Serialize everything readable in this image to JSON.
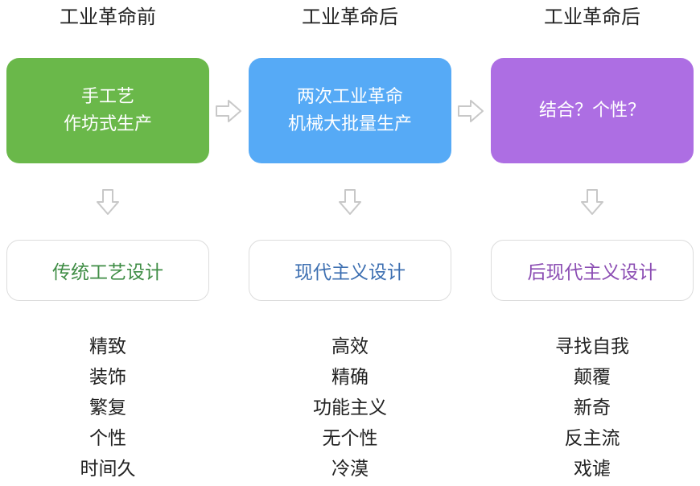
{
  "colors": {
    "stage1_box": "#6ab84a",
    "stage2_box": "#56aaf6",
    "stage3_box": "#ad6ee3",
    "stage1_text": "#3f8d45",
    "stage2_text": "#3d6fb1",
    "stage3_text": "#8b4db3",
    "arrow_stroke": "#c8c8c8"
  },
  "stages": [
    {
      "header": "工业革命前",
      "box_lines": [
        "手工艺",
        "作坊式生产"
      ],
      "style": "传统工艺设计",
      "traits": [
        "精致",
        "装饰",
        "繁复",
        "个性",
        "时间久"
      ]
    },
    {
      "header": "工业革命后",
      "box_lines": [
        "两次工业革命",
        "机械大批量生产"
      ],
      "style": "现代主义设计",
      "traits": [
        "高效",
        "精确",
        "功能主义",
        "无个性",
        "冷漠"
      ]
    },
    {
      "header": "工业革命后",
      "box_lines": [
        "结合？个性？"
      ],
      "style": "后现代主义设计",
      "traits": [
        "寻找自我",
        "颠覆",
        "新奇",
        "反主流",
        "戏谑"
      ]
    }
  ]
}
